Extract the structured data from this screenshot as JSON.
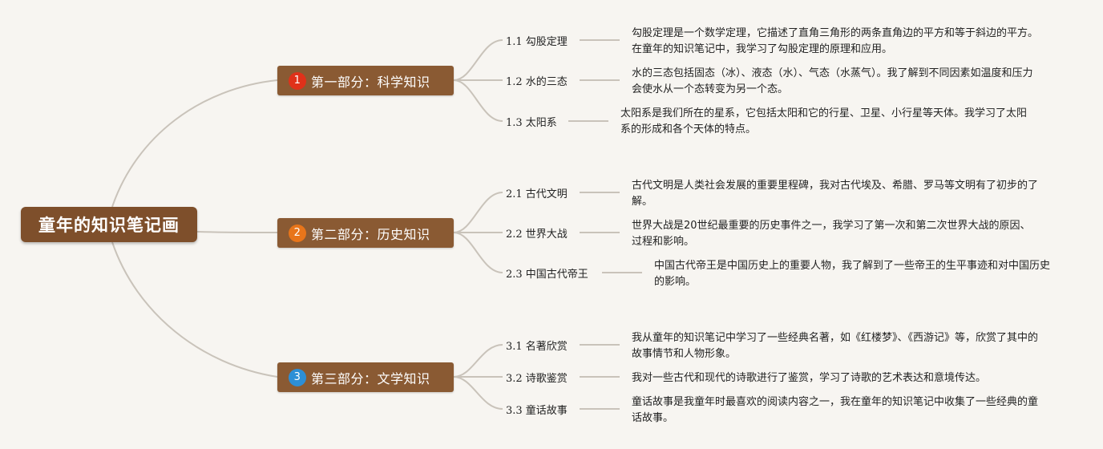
{
  "title": "童年的知识笔记画",
  "colors": {
    "root": "#7e4f2b",
    "branch": "#8a5a33",
    "line": "#c9c3ba"
  },
  "branches": [
    {
      "num": "1",
      "badge_color": "#e0311a",
      "label": "第一部分：科学知识",
      "leaves": [
        {
          "label": "1.1 勾股定理",
          "desc": "勾股定理是一个数学定理，它描述了直角三角形的两条直角边的平方和等于斜边的平方。在童年的知识笔记中，我学习了勾股定理的原理和应用。"
        },
        {
          "label": "1.2 水的三态",
          "desc": "水的三态包括固态（冰）、液态（水）、气态（水蒸气）。我了解到不同因素如温度和压力会使水从一个态转变为另一个态。"
        },
        {
          "label": "1.3 太阳系",
          "desc": "太阳系是我们所在的星系，它包括太阳和它的行星、卫星、小行星等天体。我学习了太阳系的形成和各个天体的特点。"
        }
      ]
    },
    {
      "num": "2",
      "badge_color": "#e8751a",
      "label": "第二部分：历史知识",
      "leaves": [
        {
          "label": "2.1 古代文明",
          "desc": "古代文明是人类社会发展的重要里程碑，我对古代埃及、希腊、罗马等文明有了初步的了解。"
        },
        {
          "label": "2.2 世界大战",
          "desc": "世界大战是20世纪最重要的历史事件之一，我学习了第一次和第二次世界大战的原因、过程和影响。"
        },
        {
          "label": "2.3 中国古代帝王",
          "desc": "中国古代帝王是中国历史上的重要人物，我了解到了一些帝王的生平事迹和对中国历史的影响。"
        }
      ]
    },
    {
      "num": "3",
      "badge_color": "#2d8fd6",
      "label": "第三部分：文学知识",
      "leaves": [
        {
          "label": "3.1 名著欣赏",
          "desc": "我从童年的知识笔记中学习了一些经典名著，如《红楼梦》、《西游记》等，欣赏了其中的故事情节和人物形象。"
        },
        {
          "label": "3.2 诗歌鉴赏",
          "desc": "我对一些古代和现代的诗歌进行了鉴赏，学习了诗歌的艺术表达和意境传达。"
        },
        {
          "label": "3.3 童话故事",
          "desc": "童话故事是我童年时最喜欢的阅读内容之一，我在童年的知识笔记中收集了一些经典的童话故事。"
        }
      ]
    }
  ]
}
